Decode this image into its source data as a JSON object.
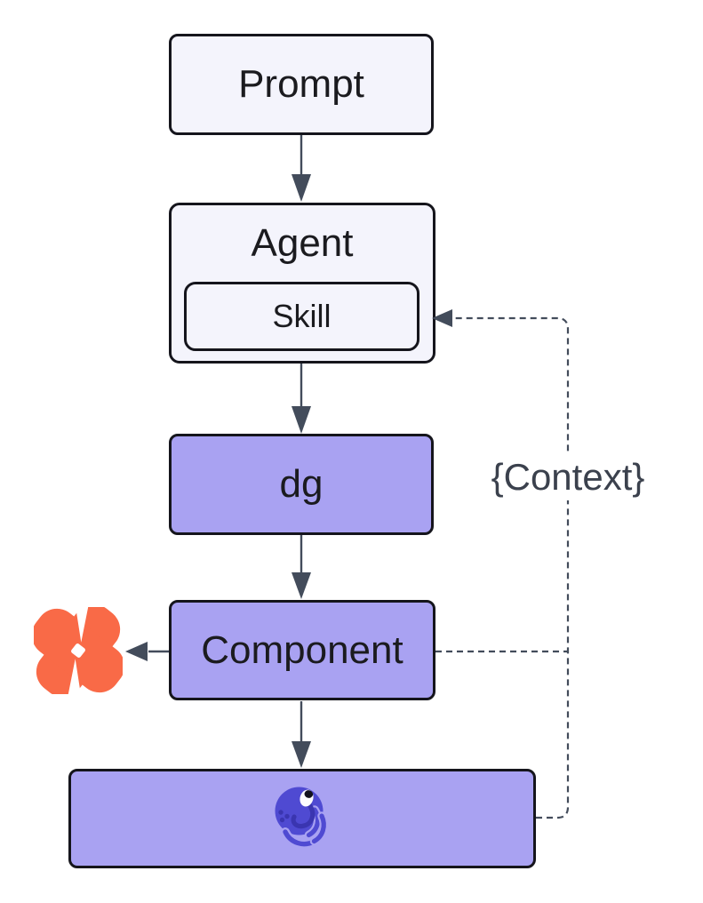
{
  "diagram": {
    "nodes": {
      "prompt": {
        "label": "Prompt"
      },
      "agent": {
        "label": "Agent"
      },
      "skill": {
        "label": "Skill"
      },
      "dg": {
        "label": "dg"
      },
      "component": {
        "label": "Component"
      },
      "runtime": {
        "label": "",
        "icon": "octopus-icon"
      }
    },
    "edges": {
      "context_label": "{Context}",
      "list": [
        {
          "from": "prompt",
          "to": "agent",
          "style": "solid-arrow"
        },
        {
          "from": "agent",
          "to": "dg",
          "style": "solid-arrow"
        },
        {
          "from": "dg",
          "to": "component",
          "style": "solid-arrow"
        },
        {
          "from": "component",
          "to": "pinwheel-x-icon",
          "style": "solid-arrow"
        },
        {
          "from": "component",
          "to": "runtime",
          "style": "solid-arrow"
        },
        {
          "from": "runtime",
          "to": "skill",
          "style": "dashed-arrow",
          "label": "{Context}"
        },
        {
          "from": "component",
          "to": "context-line",
          "style": "dashed"
        }
      ]
    },
    "icons": {
      "pinwheel": {
        "name": "pinwheel-x-icon",
        "color": "#F96A47"
      },
      "octopus": {
        "name": "octopus-icon",
        "color": "#4F4AD2",
        "accent": "#3A35B0"
      }
    },
    "colors": {
      "node_light_fill": "#F4F4FC",
      "node_purple_fill": "#A9A2F2",
      "node_border": "#15151C",
      "connector": "#434C5B",
      "label_text": "#1B1B1F",
      "context_text": "#3B414D",
      "canvas_bg": "#FFFFFF"
    }
  }
}
